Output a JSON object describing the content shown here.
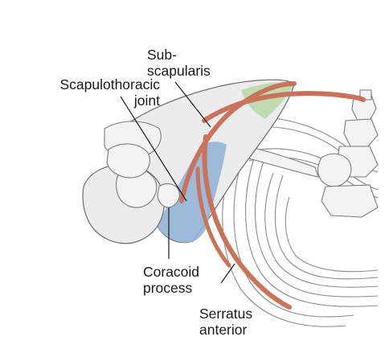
{
  "labels": {
    "subscapularis": "Sub-\nscapularis",
    "scapulothoracic_joint": "Scapulothoracic\njoint",
    "coracoid_process": "Coracoid\nprocess",
    "serratus_anterior": "Serratus\nanterior"
  },
  "colors": {
    "muscle": "#c9735a",
    "muscle_dark": "#b35a42",
    "joint_space": "#8fb3d6",
    "supraspinatus_area": "#b9d8a6",
    "bone_fill": "#ececec",
    "bone_outline": "#6e6e6e"
  }
}
